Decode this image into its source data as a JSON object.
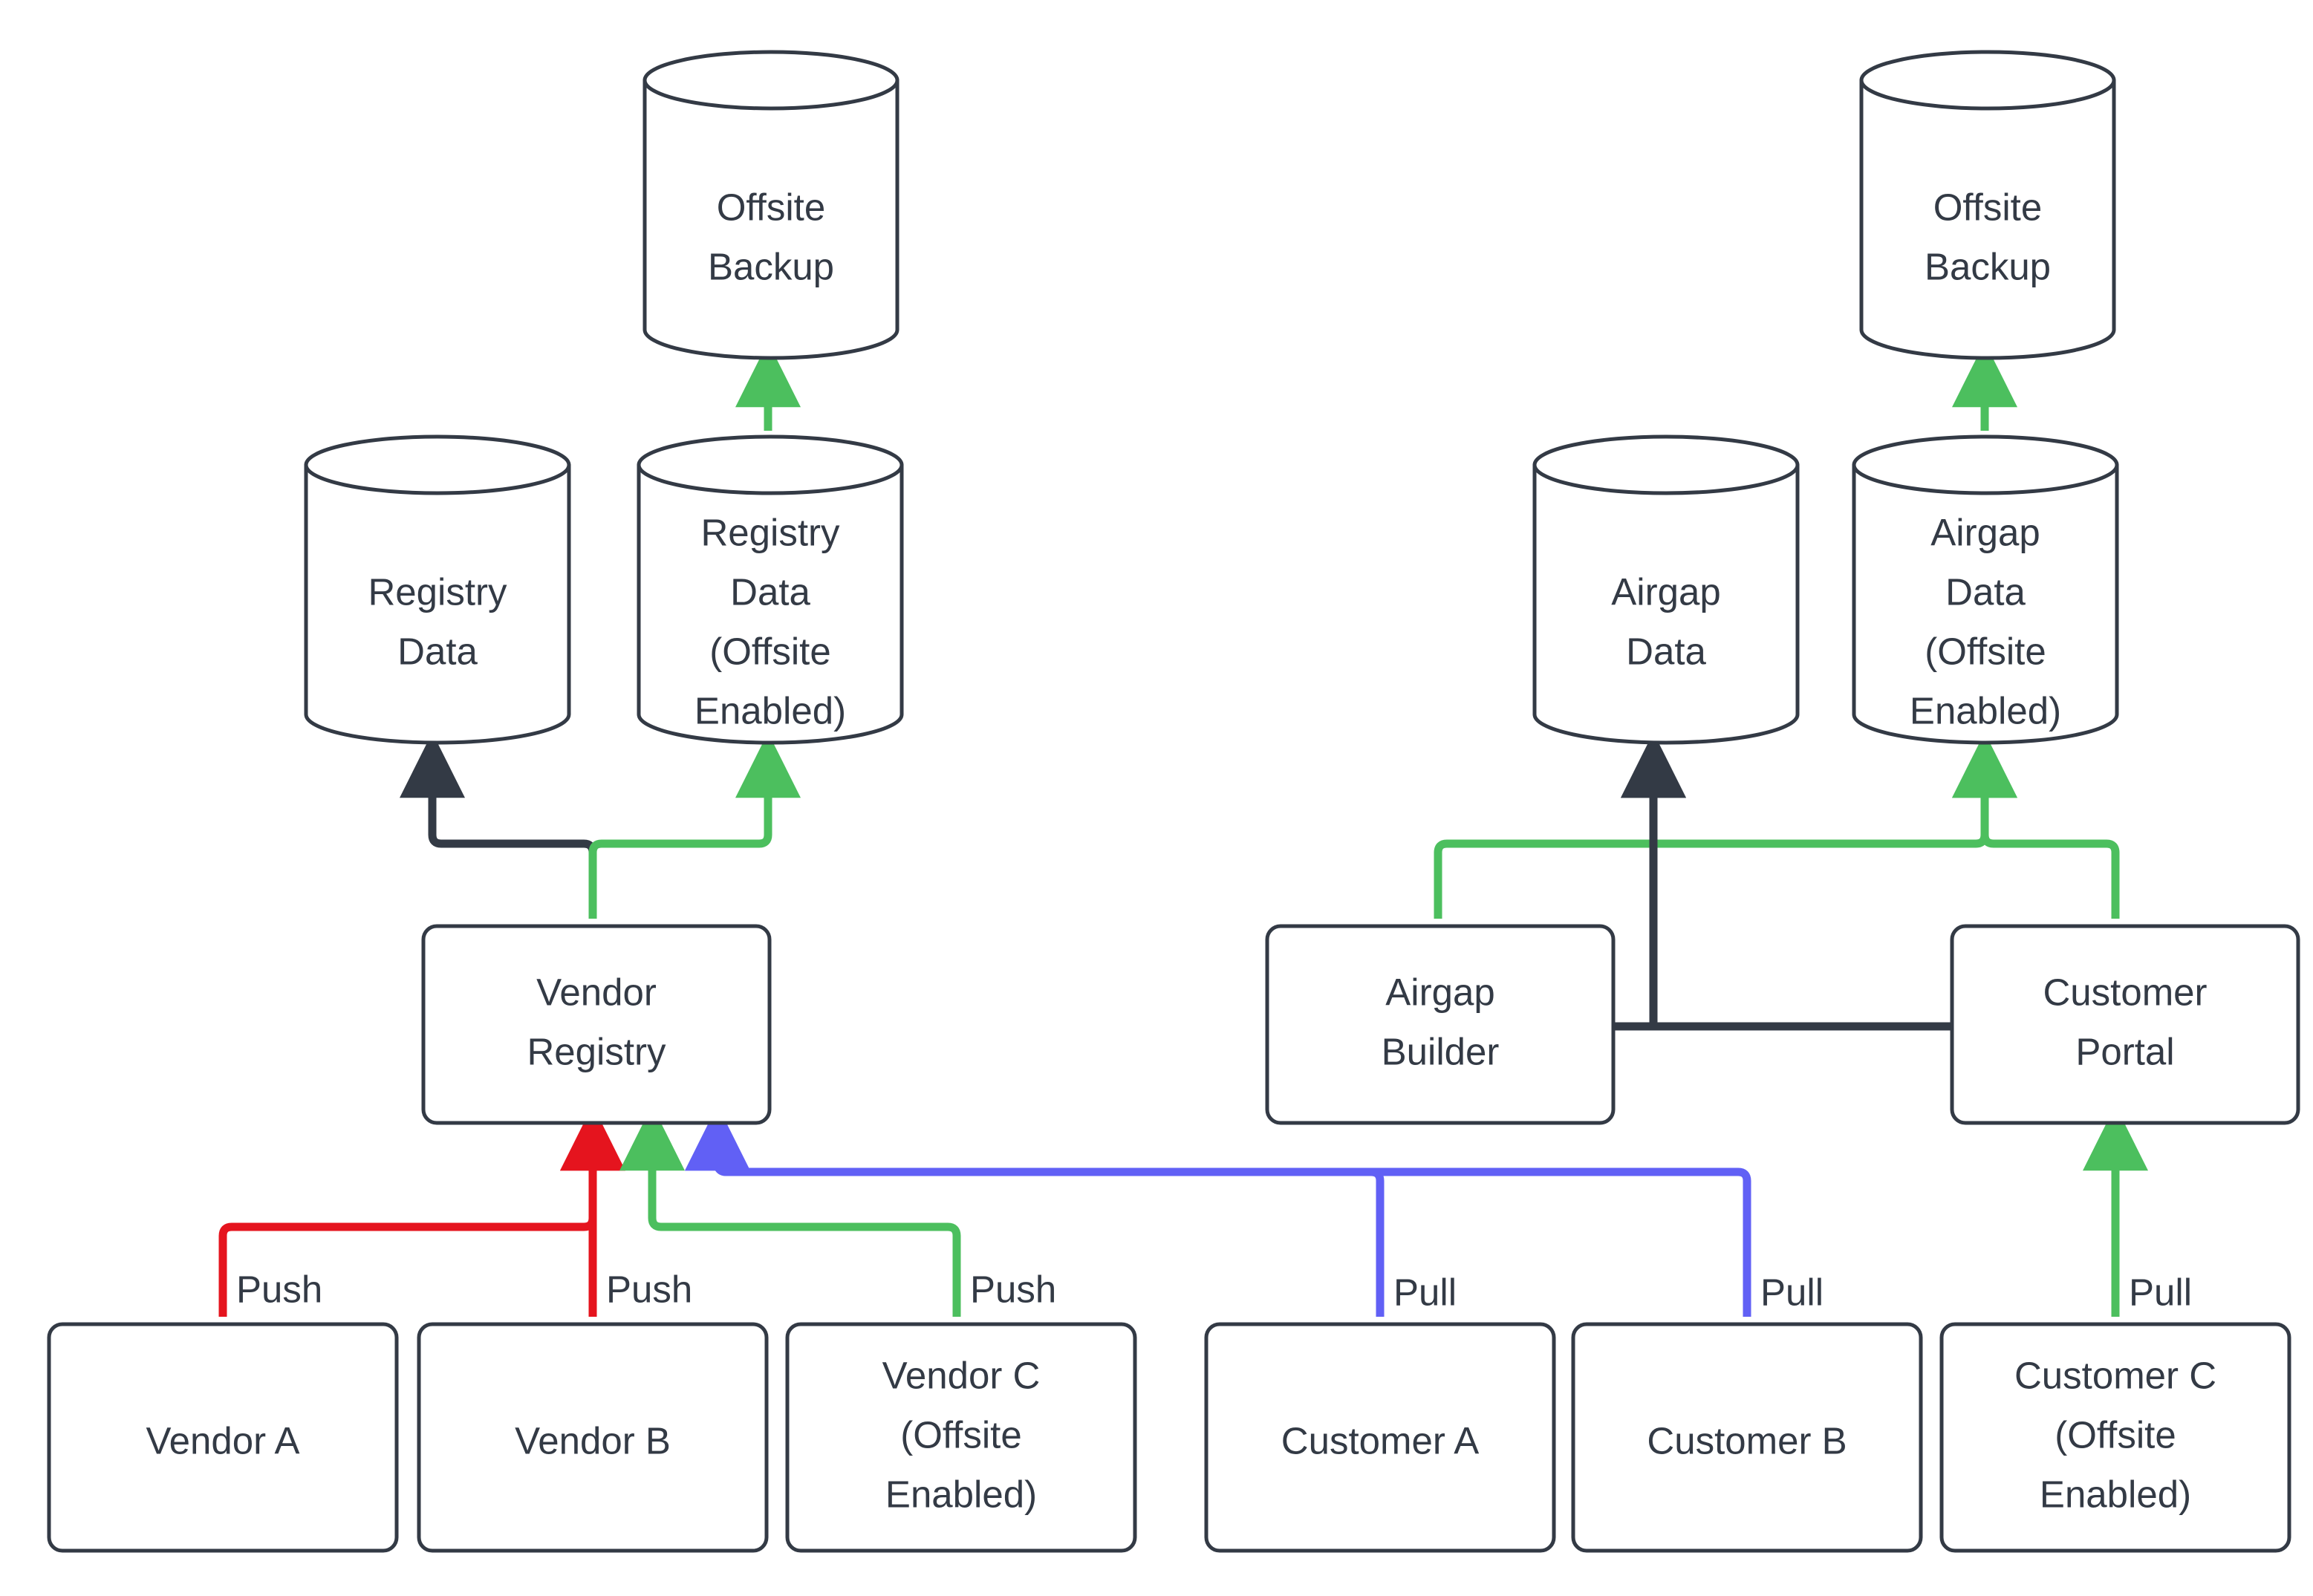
{
  "diagram": {
    "type": "flowchart",
    "background": "#ffffff",
    "palette": {
      "node_stroke": "#333a45",
      "node_fill": "#ffffff",
      "text": "#333a45",
      "edge_default": "#333a45",
      "edge_green": "#4cbf5e",
      "edge_red": "#e5141e",
      "edge_blue": "#6160f5"
    },
    "nodes": [
      {
        "id": "offsite_backup_left",
        "shape": "cylinder",
        "lines": [
          "Offsite",
          "Backup"
        ]
      },
      {
        "id": "offsite_backup_right",
        "shape": "cylinder",
        "lines": [
          "Offsite",
          "Backup"
        ]
      },
      {
        "id": "registry_data",
        "shape": "cylinder",
        "lines": [
          "Registry",
          "Data"
        ]
      },
      {
        "id": "registry_data_offsite",
        "shape": "cylinder",
        "lines": [
          "Registry",
          "Data",
          "(Offsite",
          "Enabled)"
        ]
      },
      {
        "id": "airgap_data",
        "shape": "cylinder",
        "lines": [
          "Airgap",
          "Data"
        ]
      },
      {
        "id": "airgap_data_offsite",
        "shape": "cylinder",
        "lines": [
          "Airgap",
          "Data",
          "(Offsite",
          "Enabled)"
        ]
      },
      {
        "id": "vendor_registry",
        "shape": "rect",
        "lines": [
          "Vendor",
          "Registry"
        ]
      },
      {
        "id": "airgap_builder",
        "shape": "rect",
        "lines": [
          "Airgap",
          "Builder"
        ]
      },
      {
        "id": "customer_portal",
        "shape": "rect",
        "lines": [
          "Customer",
          "Portal"
        ]
      },
      {
        "id": "vendor_a",
        "shape": "rect",
        "lines": [
          "Vendor A"
        ]
      },
      {
        "id": "vendor_b",
        "shape": "rect",
        "lines": [
          "Vendor B"
        ]
      },
      {
        "id": "vendor_c",
        "shape": "rect",
        "lines": [
          "Vendor C",
          "(Offsite",
          "Enabled)"
        ]
      },
      {
        "id": "customer_a",
        "shape": "rect",
        "lines": [
          "Customer A"
        ]
      },
      {
        "id": "customer_b",
        "shape": "rect",
        "lines": [
          "Customer B"
        ]
      },
      {
        "id": "customer_c",
        "shape": "rect",
        "lines": [
          "Customer C",
          "(Offsite",
          "Enabled)"
        ]
      }
    ],
    "edges": [
      {
        "id": "e_vendor_a_push",
        "from": "vendor_a",
        "to": "vendor_registry",
        "label": "Push",
        "color": "#e5141e"
      },
      {
        "id": "e_vendor_b_push",
        "from": "vendor_b",
        "to": "vendor_registry",
        "label": "Push",
        "color": "#e5141e"
      },
      {
        "id": "e_vendor_c_push",
        "from": "vendor_c",
        "to": "vendor_registry",
        "label": "Push",
        "color": "#4cbf5e"
      },
      {
        "id": "e_customer_a_pull",
        "from": "customer_a",
        "to": "vendor_registry",
        "label": "Pull",
        "color": "#6160f5"
      },
      {
        "id": "e_customer_b_pull",
        "from": "customer_b",
        "to": "vendor_registry",
        "label": "Pull",
        "color": "#6160f5"
      },
      {
        "id": "e_customer_c_pull",
        "from": "customer_c",
        "to": "customer_portal",
        "label": "Pull",
        "color": "#4cbf5e"
      },
      {
        "id": "e_vr_registry",
        "from": "vendor_registry",
        "to": "registry_data",
        "label": "",
        "color": "#333a45"
      },
      {
        "id": "e_vr_registry_off",
        "from": "vendor_registry",
        "to": "registry_data_offsite",
        "label": "",
        "color": "#4cbf5e"
      },
      {
        "id": "e_rdoff_backup",
        "from": "registry_data_offsite",
        "to": "offsite_backup_left",
        "label": "",
        "color": "#4cbf5e"
      },
      {
        "id": "e_ab_airgap",
        "from": "airgap_builder",
        "to": "airgap_data",
        "label": "",
        "color": "#333a45"
      },
      {
        "id": "e_cp_airgap",
        "from": "customer_portal",
        "to": "airgap_data",
        "label": "",
        "color": "#333a45"
      },
      {
        "id": "e_ab_airgap_off",
        "from": "airgap_builder",
        "to": "airgap_data_offsite",
        "label": "",
        "color": "#4cbf5e"
      },
      {
        "id": "e_cp_airgap_off",
        "from": "customer_portal",
        "to": "airgap_data_offsite",
        "label": "",
        "color": "#4cbf5e"
      },
      {
        "id": "e_adoff_backup",
        "from": "airgap_data_offsite",
        "to": "offsite_backup_right",
        "label": "",
        "color": "#4cbf5e"
      }
    ],
    "labels": {
      "offsite_backup_left_l1": "Offsite",
      "offsite_backup_left_l2": "Backup",
      "offsite_backup_right_l1": "Offsite",
      "offsite_backup_right_l2": "Backup",
      "registry_data_l1": "Registry",
      "registry_data_l2": "Data",
      "registry_data_offsite_l1": "Registry",
      "registry_data_offsite_l2": "Data",
      "registry_data_offsite_l3": "(Offsite",
      "registry_data_offsite_l4": "Enabled)",
      "airgap_data_l1": "Airgap",
      "airgap_data_l2": "Data",
      "airgap_data_offsite_l1": "Airgap",
      "airgap_data_offsite_l2": "Data",
      "airgap_data_offsite_l3": "(Offsite",
      "airgap_data_offsite_l4": "Enabled)",
      "vendor_registry_l1": "Vendor",
      "vendor_registry_l2": "Registry",
      "airgap_builder_l1": "Airgap",
      "airgap_builder_l2": "Builder",
      "customer_portal_l1": "Customer",
      "customer_portal_l2": "Portal",
      "vendor_a_l1": "Vendor A",
      "vendor_b_l1": "Vendor B",
      "vendor_c_l1": "Vendor C",
      "vendor_c_l2": "(Offsite",
      "vendor_c_l3": "Enabled)",
      "customer_a_l1": "Customer A",
      "customer_b_l1": "Customer B",
      "customer_c_l1": "Customer C",
      "customer_c_l2": "(Offsite",
      "customer_c_l3": "Enabled)",
      "push_vendor_a": "Push",
      "push_vendor_b": "Push",
      "push_vendor_c": "Push",
      "pull_customer_a": "Pull",
      "pull_customer_b": "Pull",
      "pull_customer_c": "Pull"
    }
  }
}
